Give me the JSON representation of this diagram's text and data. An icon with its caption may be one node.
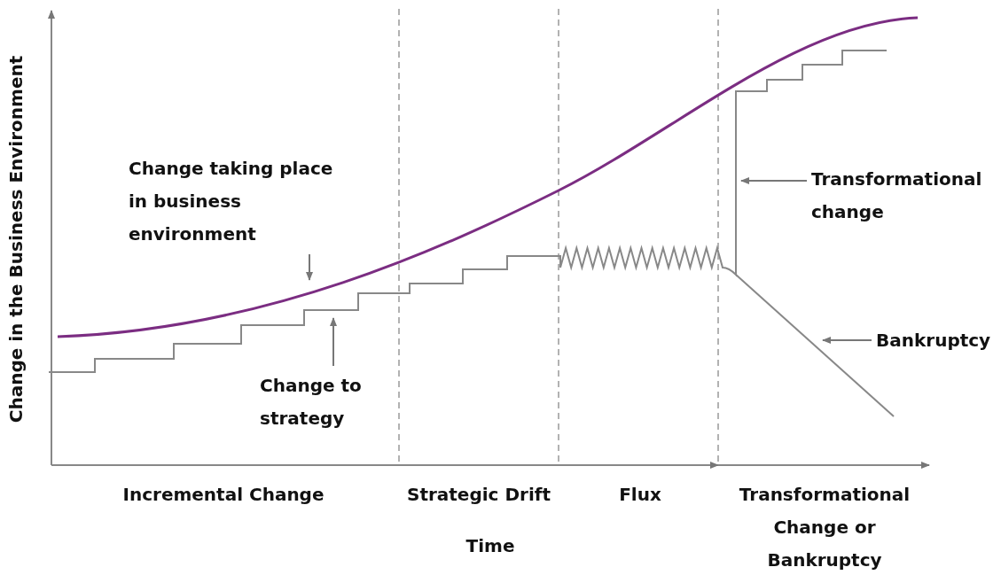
{
  "diagram": {
    "nodes": [
      {
        "text": [
          "Change taking place in business environment"
        ]
      },
      {
        "text": [
          "Change to strategy"
        ]
      },
      {
        "text": [
          "Transformational change"
        ]
      },
      {
        "text": [
          "Bankruptcy"
        ]
      }
    ],
    "edges": [
      {
        "from": 0,
        "to": null,
        "arrow": "to"
      },
      {
        "from": 1,
        "to": null,
        "arrow": "to"
      },
      {
        "from": 2,
        "to": null,
        "arrow": "to"
      },
      {
        "from": 3,
        "to": null,
        "arrow": "to"
      }
    ],
    "labels": [
      "Change in the Business Environment",
      "Incremental Change",
      "Strategic Drift",
      "Flux",
      "Transformational Change or Bankruptcy",
      "Time"
    ]
  }
}
